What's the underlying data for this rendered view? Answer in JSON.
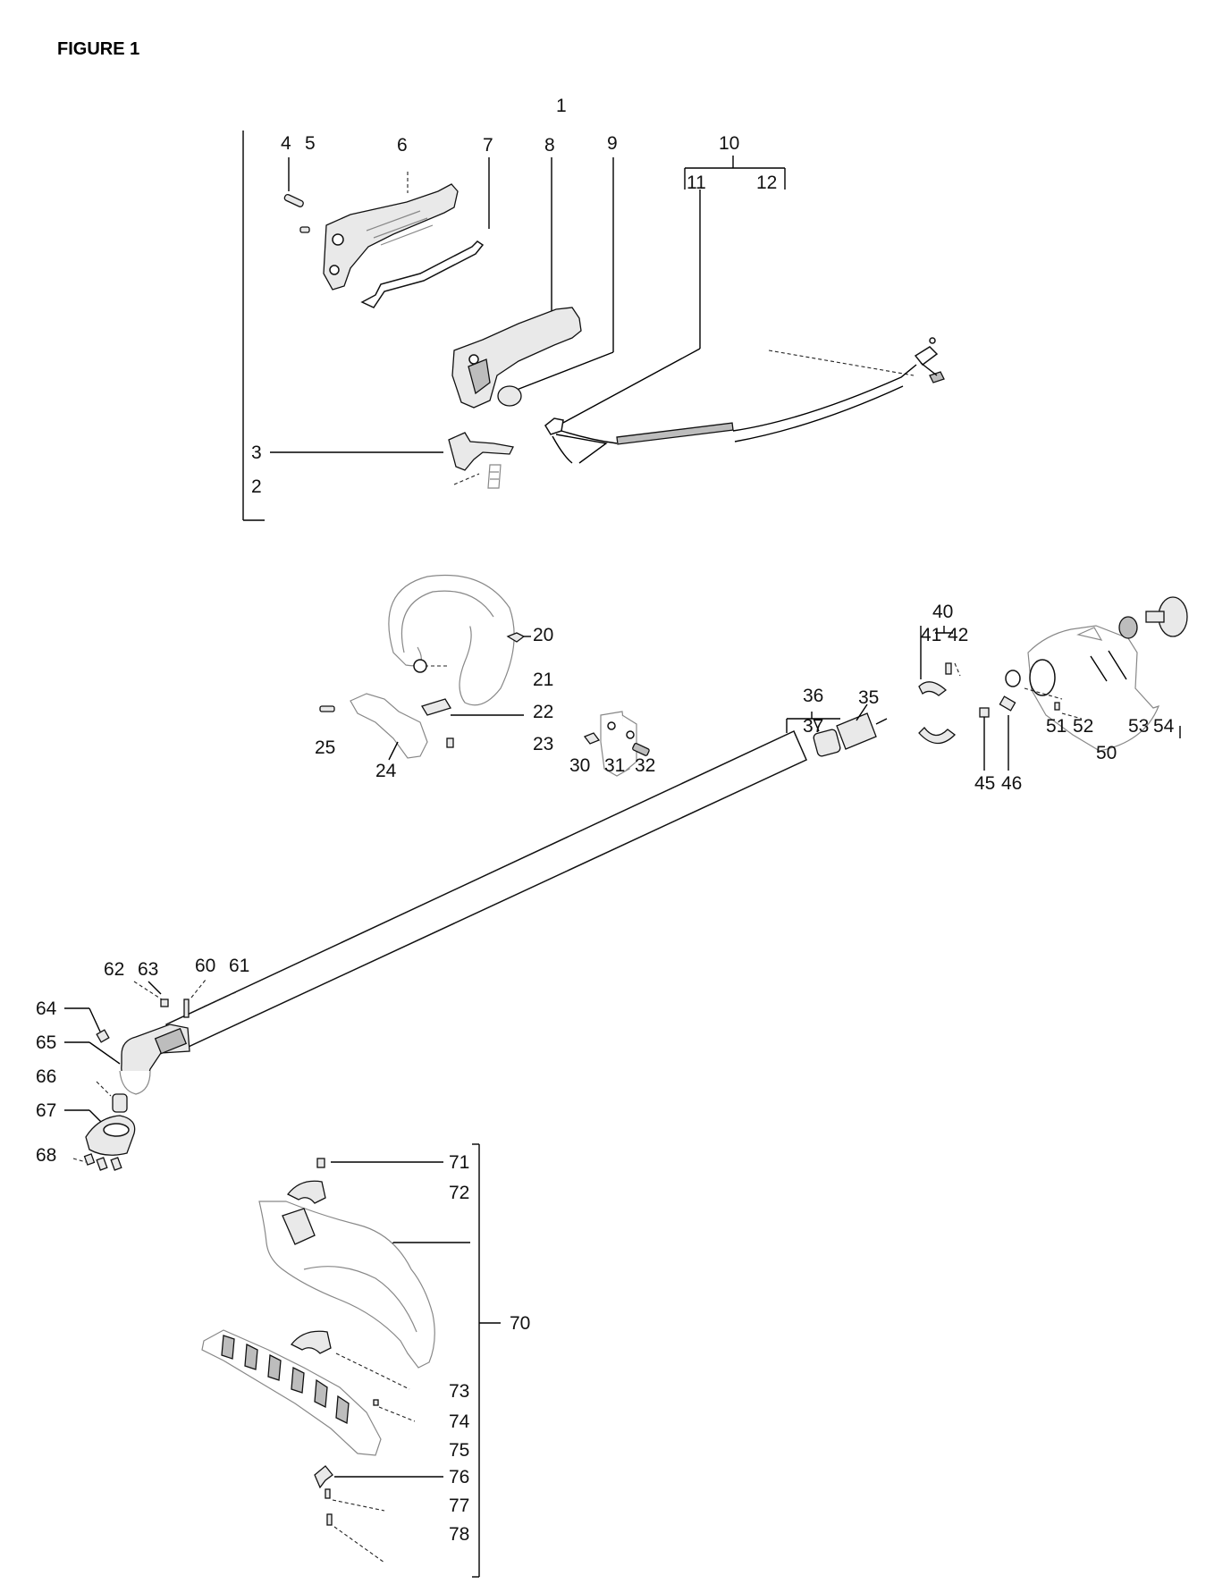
{
  "title": "FIGURE 1",
  "callouts": [
    "1",
    "2",
    "3",
    "4",
    "5",
    "6",
    "7",
    "8",
    "9",
    "10",
    "11",
    "12",
    "20",
    "21",
    "22",
    "23",
    "24",
    "25",
    "30",
    "31",
    "32",
    "35",
    "36",
    "37",
    "40",
    "41",
    "42",
    "45",
    "46",
    "50",
    "51",
    "52",
    "53",
    "54",
    "60",
    "61",
    "62",
    "63",
    "64",
    "65",
    "66",
    "67",
    "68",
    "70",
    "71",
    "72",
    "73",
    "74",
    "75",
    "76",
    "77",
    "78"
  ]
}
